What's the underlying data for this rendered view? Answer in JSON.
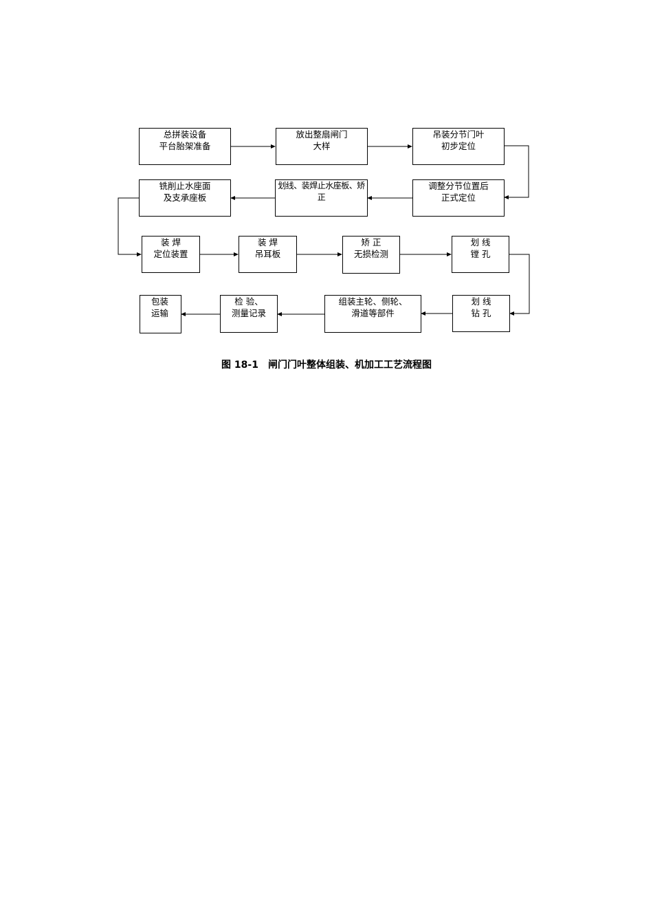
{
  "steps": [
    {
      "l1": "总拼装设备",
      "l2": "平台胎架准备"
    },
    {
      "l1": "放出整扇闸门",
      "l2": "大样"
    },
    {
      "l1": "吊装分节门叶",
      "l2": "初步定位"
    },
    {
      "l1": "调整分节位置后",
      "l2": "正式定位"
    },
    {
      "l1": "划线、装焊止水座板、矫",
      "l2": "正"
    },
    {
      "l1": "铣削止水座面",
      "l2": "及支承座板"
    },
    {
      "l1": "装 焊",
      "l2": "定位装置"
    },
    {
      "l1": "装 焊",
      "l2": "吊耳板"
    },
    {
      "l1": "矫 正",
      "l2": "无损检测"
    },
    {
      "l1": "划 线",
      "l2": "镗 孔"
    },
    {
      "l1": "划 线",
      "l2": "钻 孔"
    },
    {
      "l1": "组装主轮、侧轮、",
      "l2": "滑道等部件"
    },
    {
      "l1": "检 验、",
      "l2": "测量记录"
    },
    {
      "l1": "包装",
      "l2": "运输"
    }
  ],
  "caption": "图 18-1　闸门门叶整体组装、机加工工艺流程图"
}
